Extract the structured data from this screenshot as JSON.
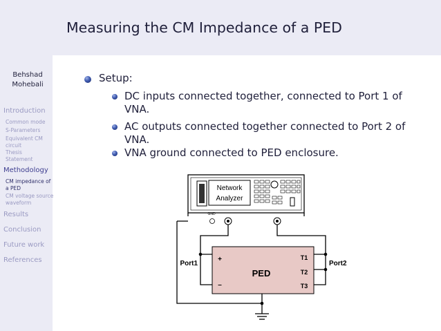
{
  "slide": {
    "title": "Measuring the CM Impedance of a PED",
    "author": {
      "line1": "Behshad",
      "line2": "Mohebali"
    }
  },
  "nav": {
    "sections": [
      {
        "label": "Introduction",
        "subsections": [
          "Common mode",
          "S-Parameters",
          "Equivalent CM circuit",
          "Thesis Statement"
        ]
      },
      {
        "label": "Methodology",
        "subsections": [
          "CM impedance of a PED",
          "CM voltage source waveform"
        ]
      },
      {
        "label": "Results",
        "subsections": []
      },
      {
        "label": "Conclusion",
        "subsections": []
      },
      {
        "label": "Future work",
        "subsections": []
      },
      {
        "label": "References",
        "subsections": []
      }
    ],
    "active_section": "Methodology",
    "active_subsection": "CM impedance of a PED"
  },
  "content": {
    "main_bullet": "Setup:",
    "sub_bullets": [
      "DC inputs connected together, connected to Port 1 of VNA.",
      "AC outputs connected together connected to Port 2 of VNA.",
      "VNA ground connected to PED enclosure."
    ]
  },
  "figure": {
    "analyzer_label_1": "Network",
    "analyzer_label_2": "Analyzer",
    "gnd_label": "GND",
    "ped_label": "PED",
    "plus": "+",
    "minus": "–",
    "terminals": [
      "T1",
      "T2",
      "T3"
    ],
    "port1": "Port1",
    "port2": "Port2",
    "ped_fill": "#e8c9c6"
  }
}
